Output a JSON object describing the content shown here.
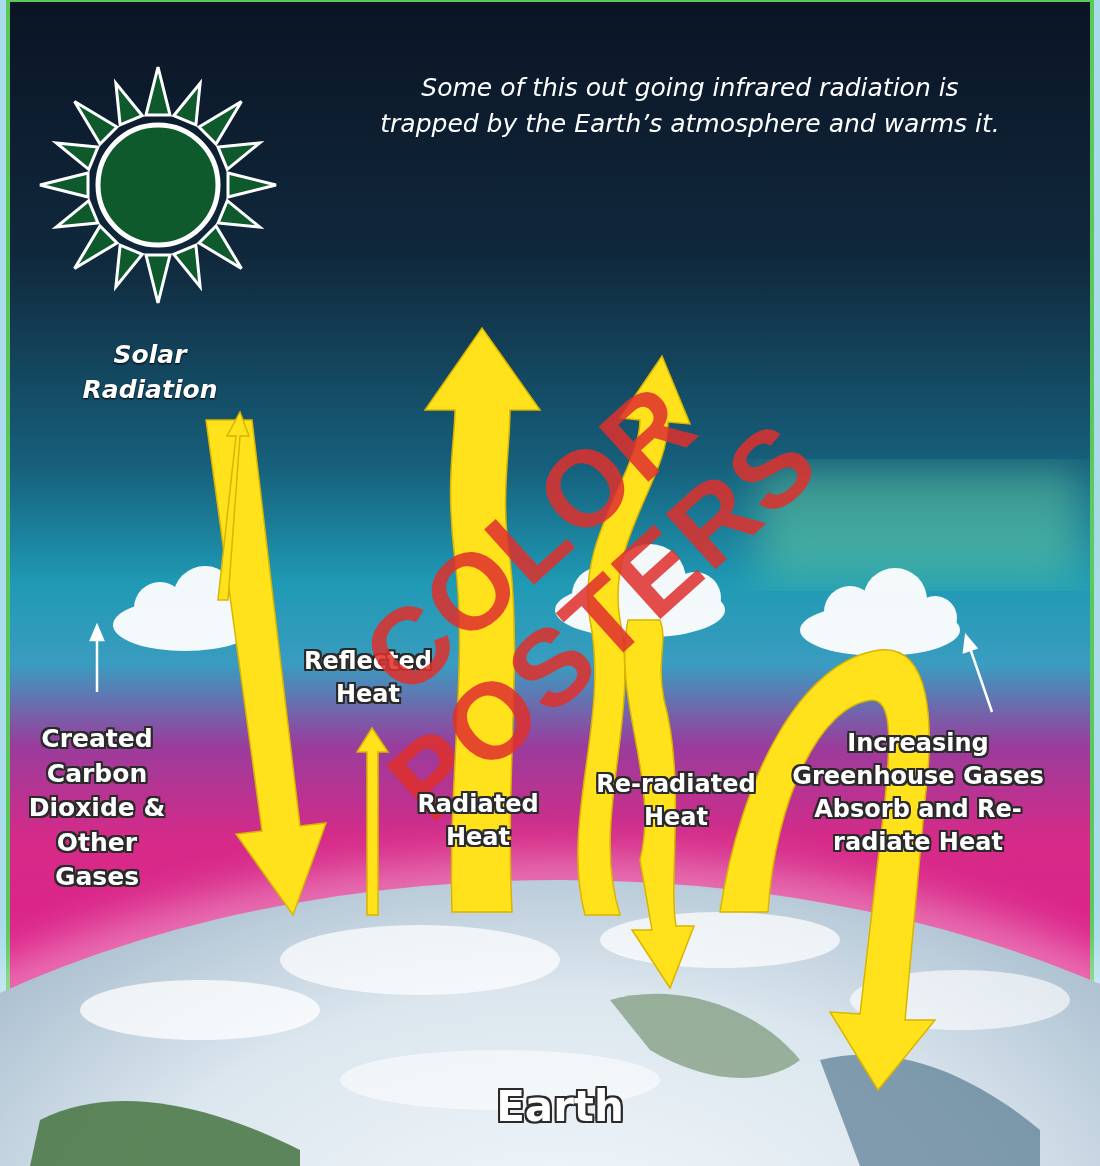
{
  "diagram": {
    "labels": [
      "Some of this out going infrared radiation is trapped by the Earth’s atmosphere and warms it.",
      "Solar Radiation",
      "Reflected Heat",
      "Created Carbon Dioxide & Other Gases",
      "COLOR POSTERS",
      "Radiated Heat",
      "Re-radiated Heat",
      "Increasing Greenhouse Gases Absorb and Re-radiate Heat",
      "Earth"
    ]
  }
}
